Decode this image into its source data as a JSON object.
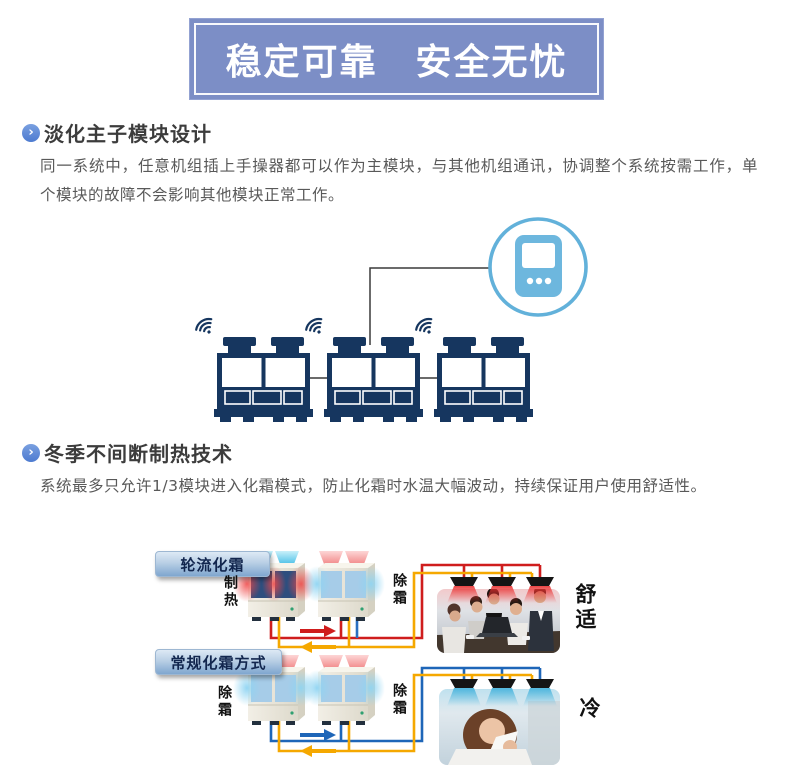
{
  "banner": {
    "title": "稳定可靠　安全无忧",
    "bg_color": "#7c8ec6",
    "text_color": "#ffffff"
  },
  "icons": {
    "section_bullet": "›",
    "wifi_icon": "wifi signal",
    "controller_icon": "wired hand controller"
  },
  "sections": [
    {
      "heading": "淡化主子模块设计",
      "body": "同一系统中，任意机组插上手操器都可以作为主模块，与其他机组通讯，协调整个系统按需工作，单个模块的故障不会影响其他模块正常工作。"
    },
    {
      "heading": "冬季不间断制热技术",
      "body": "系统最多只允许1/3模块进入化霜模式，防止化霜时水温大幅波动，持续保证用户使用舒适性。"
    }
  ],
  "diagram_defrost": {
    "row1": {
      "label": "轮流化霜",
      "unit1_status": "制热",
      "unit2_status": "除霜",
      "result": "舒适"
    },
    "row2": {
      "label": "常规化霜方式",
      "unit1_status": "除霜",
      "unit2_status": "除霜",
      "result": "冷"
    }
  },
  "colors": {
    "navy_unit": "#16365f",
    "controller_blue": "#62b1da",
    "pipe_hot": "#cf1d1d",
    "pipe_return": "#f5a800",
    "pipe_cold": "#1e66b8"
  }
}
